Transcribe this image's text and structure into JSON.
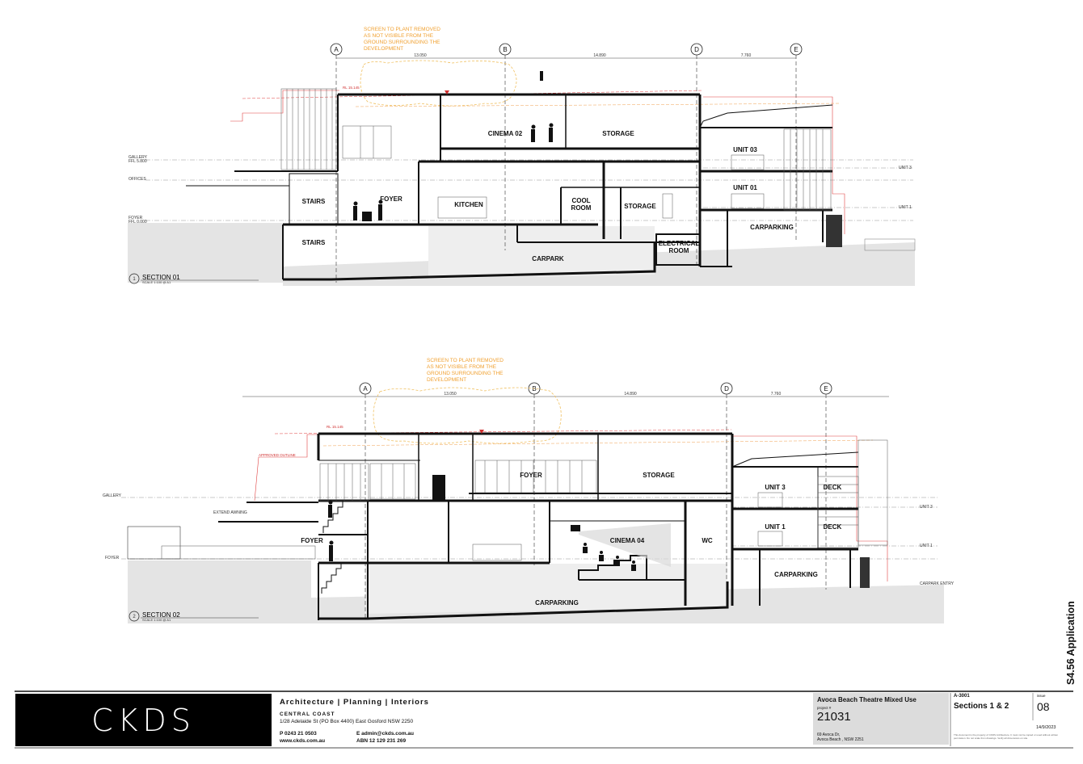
{
  "section1": {
    "title": "SECTION 01",
    "number": "1",
    "scale": "SCALE 1:100 @ A1",
    "note": [
      "SCREEN TO PLANT REMOVED",
      "AS NOT VISIBLE FROM THE",
      "GROUND SURROUNDING THE",
      "DEVELOPMENT"
    ],
    "grid": [
      "A",
      "B",
      "D",
      "E"
    ],
    "dims": [
      "13.050",
      "14.890",
      "7.760"
    ],
    "rl": "RL 15.145",
    "levels": [
      "GALLERY",
      "FFL 5.800",
      "OFFICES",
      "FOYER",
      "FFL 0.000",
      "UNIT 3",
      "UNIT 1"
    ],
    "rooms": [
      "CINEMA 02",
      "STORAGE",
      "UNIT 03",
      "STAIRS",
      "FOYER",
      "KITCHEN",
      "COOL",
      "ROOM",
      "STORAGE",
      "UNIT 01",
      "CARPARKING",
      "STAIRS",
      "ELECTRICAL",
      "ROOM",
      "CARPARK"
    ]
  },
  "section2": {
    "title": "SECTION 02",
    "number": "2",
    "scale": "SCALE 1:100 @ A1",
    "note": [
      "SCREEN TO PLANT REMOVED",
      "AS NOT VISIBLE FROM THE",
      "GROUND SURROUNDING THE",
      "DEVELOPMENT"
    ],
    "grid": [
      "A",
      "B",
      "D",
      "E"
    ],
    "dims": [
      "13.050",
      "14.890",
      "7.760"
    ],
    "rl": "RL 15.145",
    "levels": [
      "GALLERY",
      "EXTEND AWNING",
      "FOYER",
      "APPROVED OUTLINE",
      "UNIT 3",
      "UNIT 1",
      "CARPARK ENTRY"
    ],
    "rooms": [
      "FOYER",
      "STORAGE",
      "UNIT 3",
      "DECK",
      "FOYER",
      "CINEMA 04",
      "WC",
      "UNIT 1",
      "DECK",
      "CARPARKING",
      "CARPARKING"
    ]
  },
  "titleblock": {
    "logo": "CKDS",
    "tagline": "Architecture | Planning | Interiors",
    "office": "CENTRAL COAST",
    "address": "1/28 Adelaide St (PO Box 4400) East Gosford NSW 2250",
    "phone": "P  0243 21 0503",
    "web": "www.ckds.com.au",
    "email": "E  admin@ckds.com.au",
    "abn": "ABN 12 129 231 269",
    "project_title": "Avoca Beach Theatre Mixed Use",
    "project_label": "project #",
    "project_number": "21031",
    "project_addr1": "69 Avoca Dr,",
    "project_addr2": "Avoca Beach , NSW  2251",
    "drawing_number": "A-3001",
    "drawing_title": "Sections 1 & 2",
    "issue_label": "issue",
    "issue": "08",
    "date": "14/9/2023",
    "disclaimer": "This document is the property of CKDS Architecture. It must not be copied or used without written permission. Do not scale from drawings. Verify all dimensions on site.",
    "application": "S4.56 Application"
  }
}
